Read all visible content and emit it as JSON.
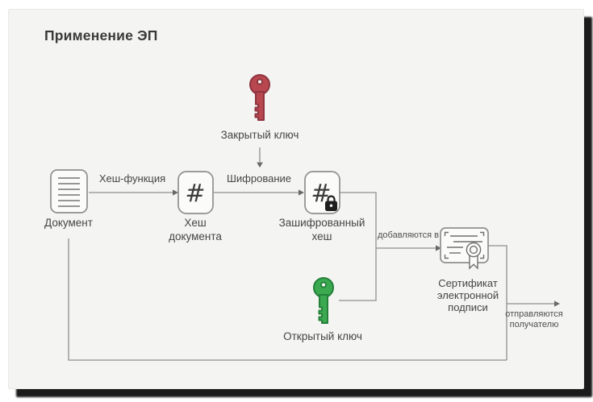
{
  "title": "Применение ЭП",
  "nodes": {
    "private_key": {
      "label": "Закрытый ключ"
    },
    "document": {
      "label": "Документ"
    },
    "hash": {
      "symbol": "#",
      "label": [
        "Хеш",
        "документа"
      ]
    },
    "encrypted_hash": {
      "symbol": "#",
      "label": [
        "Зашифрованный",
        "хеш"
      ]
    },
    "public_key": {
      "label": "Открытый ключ"
    },
    "certificate": {
      "label": [
        "Сертификат",
        "электронной",
        "подписи"
      ]
    }
  },
  "edges": {
    "hash_function": {
      "label": "Хеш-функция"
    },
    "encryption": {
      "label": "Шифрование"
    },
    "added_to": {
      "label": "добавляются в"
    },
    "sent_to_recipient": {
      "label": [
        "отправляются",
        "получателю"
      ]
    }
  },
  "colors": {
    "private_key": "#b9474f",
    "public_key": "#3aa94f",
    "panel_background": "#f4f4f2",
    "connector": "#8f8f8f",
    "text": "#454545"
  }
}
